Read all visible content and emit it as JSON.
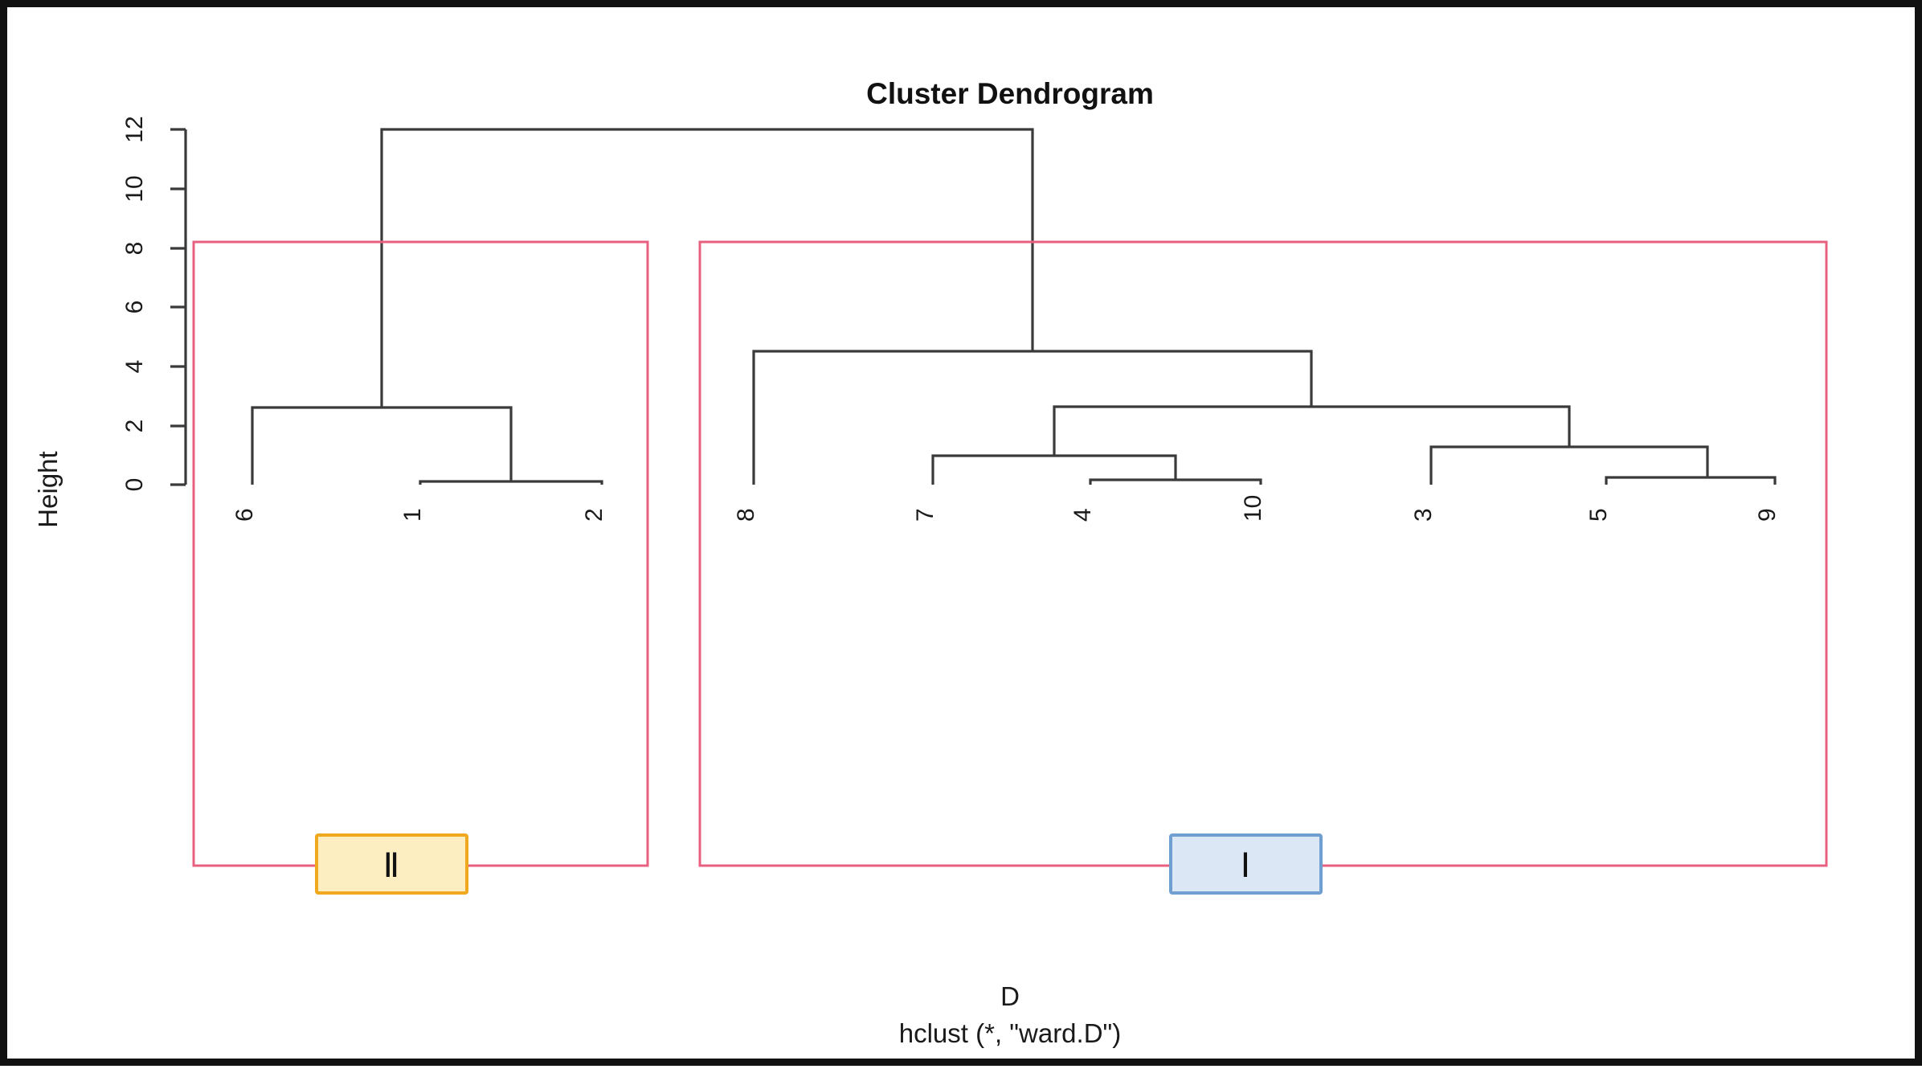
{
  "figure": {
    "title": "Cluster Dendrogram",
    "y_axis_label": "Height",
    "caption_line1": "D",
    "caption_line2": "hclust (*, \"ward.D\")",
    "border_color": "#111111",
    "background": "#ffffff"
  },
  "annotations": [
    {
      "id": "cluster-box-ii",
      "label": "Ⅱ",
      "fill": "#fdeec1",
      "stroke": "#f0a81e"
    },
    {
      "id": "cluster-box-i",
      "label": "Ⅰ",
      "fill": "#dbe7f5",
      "stroke": "#6f9fd0"
    }
  ],
  "chart_data": {
    "type": "dendrogram",
    "title": "Cluster Dendrogram",
    "xlabel": "D",
    "sublabel": "hclust (*, \"ward.D\")",
    "ylabel": "Height",
    "ylim": [
      0,
      12
    ],
    "yticks": [
      0,
      2,
      4,
      6,
      8,
      10,
      12
    ],
    "ytick_labels": [
      "0",
      "2",
      "4",
      "6",
      "8",
      "10",
      "12"
    ],
    "grid": false,
    "legend": "none",
    "linkage_method": "ward.D",
    "distance_matrix_name": "D",
    "n_leaves": 10,
    "leaf_order": [
      "6",
      "1",
      "2",
      "8",
      "7",
      "4",
      "10",
      "3",
      "5",
      "9"
    ],
    "leaf_labels": [
      "6",
      "1",
      "2",
      "8",
      "7",
      "4",
      "10",
      "3",
      "5",
      "9"
    ],
    "merges": [
      {
        "id": "m1",
        "children": [
          "1",
          "2"
        ],
        "height": 0.3
      },
      {
        "id": "m2",
        "children": [
          "6",
          "m1"
        ],
        "height": 2.7
      },
      {
        "id": "m3",
        "children": [
          "4",
          "10"
        ],
        "height": 0.3
      },
      {
        "id": "m4",
        "children": [
          "7",
          "m3"
        ],
        "height": 1.2
      },
      {
        "id": "m5",
        "children": [
          "5",
          "9"
        ],
        "height": 0.3
      },
      {
        "id": "m6",
        "children": [
          "3",
          "m5"
        ],
        "height": 1.6
      },
      {
        "id": "m7",
        "children": [
          "m4",
          "m6"
        ],
        "height": 2.75
      },
      {
        "id": "m8",
        "children": [
          "8",
          "m7"
        ],
        "height": 4.6
      },
      {
        "id": "m9",
        "children": [
          "m2",
          "m8"
        ],
        "height": 12.0
      }
    ],
    "cut_boxes": [
      {
        "name": "Ⅱ",
        "members": [
          "6",
          "1",
          "2"
        ],
        "box_top_height": 8.2,
        "color": "#e8607f"
      },
      {
        "name": "Ⅰ",
        "members": [
          "8",
          "7",
          "4",
          "10",
          "3",
          "5",
          "9"
        ],
        "box_top_height": 8.2,
        "color": "#e8607f"
      }
    ],
    "k_clusters": 2,
    "rect_border_color": "#e8607f",
    "branch_color": "#3a3a3a"
  }
}
